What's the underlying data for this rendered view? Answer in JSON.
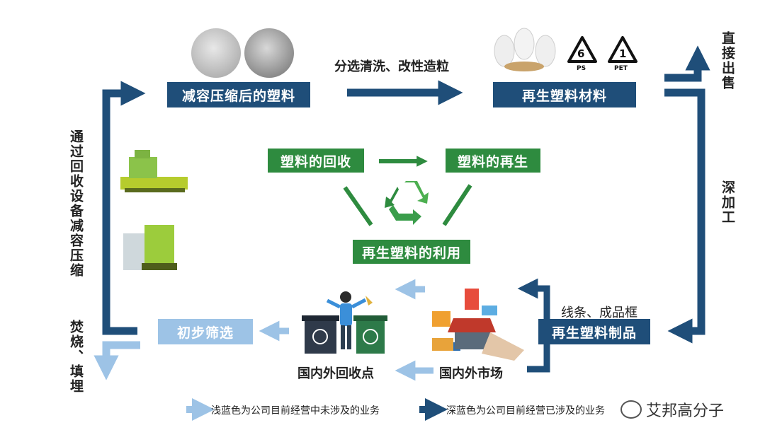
{
  "top": {
    "compressed_plastic": "减容压缩后的塑料",
    "process_label": "分选清洗、改性造粒",
    "recycled_material": "再生塑料材料",
    "code_ps_number": "6",
    "code_ps_label": "PS",
    "code_pet_number": "1",
    "code_pet_label": "PET"
  },
  "right": {
    "direct_sale": "直接出售",
    "deep_processing": "深加工",
    "product_examples": "线条、成品框",
    "recycled_product": "再生塑料制品"
  },
  "left": {
    "compress_via_equipment": "通过回收设备减容压缩",
    "incinerate_landfill": "焚烧、填埋"
  },
  "center": {
    "recovery": "塑料的回收",
    "regeneration": "塑料的再生",
    "utilization": "再生塑料的利用"
  },
  "bottom": {
    "preliminary_screening": "初步筛选",
    "recycling_point": "国内外回收点",
    "market": "国内外市场"
  },
  "legend": {
    "light_blue": "浅蓝色为公司目前经营中未涉及的业务",
    "dark_blue": "深蓝色为公司目前经营已涉及的业务"
  },
  "watermark": "艾邦高分子",
  "colors": {
    "dark_blue": "#1f4e79",
    "light_blue": "#9dc3e6",
    "green": "#2e8b3f"
  }
}
